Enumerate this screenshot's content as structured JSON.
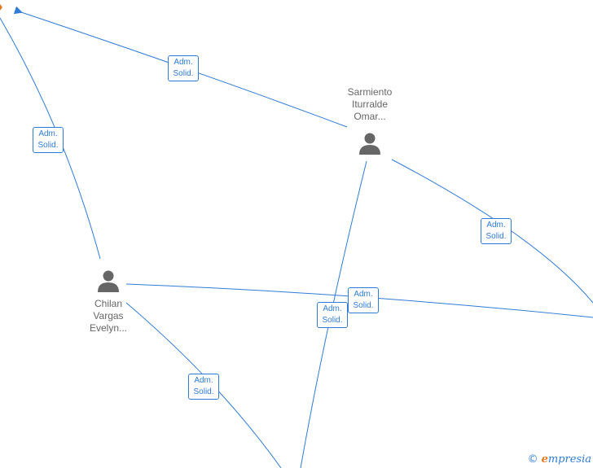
{
  "edge_label": {
    "line1": "Adm.",
    "line2": "Solid."
  },
  "people": [
    {
      "id": "sarmiento",
      "lines": [
        "Sarmiento",
        "Iturralde",
        "Omar..."
      ]
    },
    {
      "id": "chilan",
      "lines": [
        "Chilan",
        "Vargas",
        "Evelyn..."
      ]
    }
  ],
  "watermark": {
    "copyright": "©",
    "brand_initial": "e",
    "brand_rest": "mpresia"
  },
  "colors": {
    "edge": "#2f7bd8",
    "person": "#666666",
    "brand_accent": "#e07a1f"
  }
}
